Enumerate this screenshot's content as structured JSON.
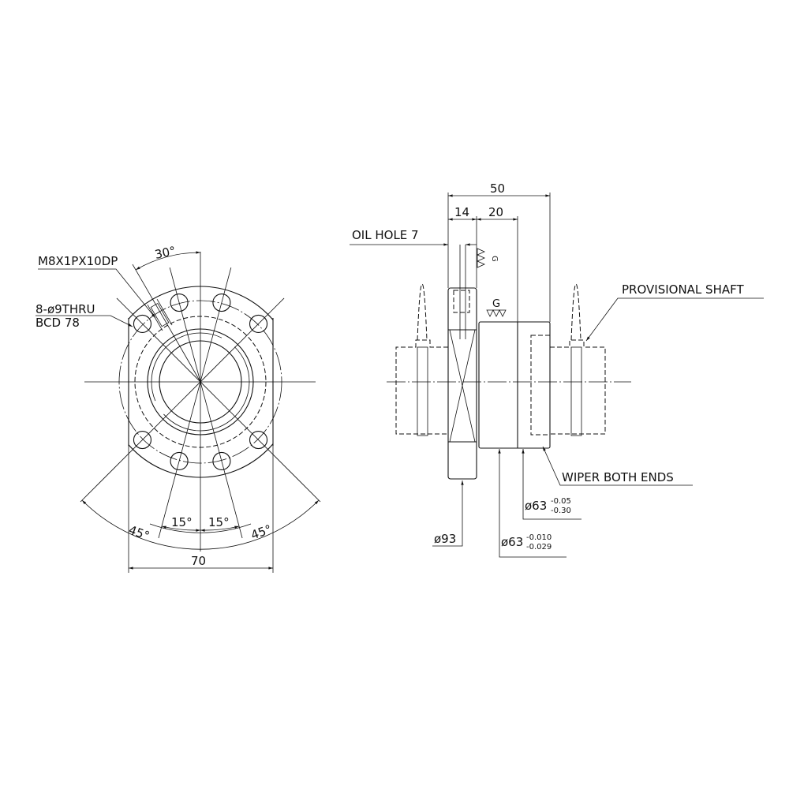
{
  "front_view": {
    "angle_30": "30°",
    "thread_label": "M8X1PX10DP",
    "holes_label": "8-ø9THRU",
    "bcd_label": "BCD 78",
    "angle_45_left": "45°",
    "angle_15_left": "15°",
    "angle_15_right": "15°",
    "angle_45_right": "45°",
    "width_70": "70"
  },
  "side_view": {
    "length_50": "50",
    "length_14": "14",
    "length_20": "20",
    "oil_hole": "OIL HOLE 7",
    "surface_g_1": "G",
    "surface_g_2": "G",
    "provisional_shaft": "PROVISIONAL SHAFT",
    "wiper": "WIPER BOTH ENDS",
    "dia_63a": "ø63",
    "dia_63a_upper": "-0.05",
    "dia_63a_lower": "-0.30",
    "dia_63b": "ø63",
    "dia_63b_upper": "-0.010",
    "dia_63b_lower": "-0.029",
    "dia_93": "ø93"
  }
}
